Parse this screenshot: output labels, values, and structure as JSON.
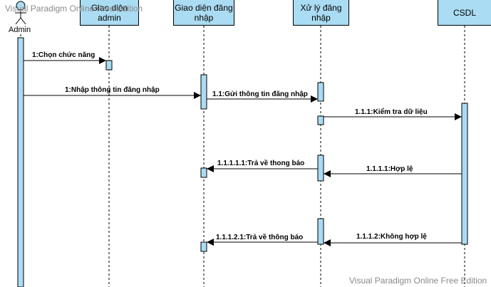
{
  "watermark": "Visual Paradigm Online Free Edition",
  "participants": {
    "admin_actor": "Admin",
    "gd_admin": "Giao diện admin",
    "gd_dang_nhap": "Giao diện đăng nhập",
    "xu_ly_dang_nhap": "Xử lý đăng nhập",
    "csdl": "CSDL"
  },
  "messages": {
    "m1": "1:Chọn chức năng",
    "m2": "1:Nhập thông tin đăng nhập",
    "m3": "1.1:Gửi thông tin đăng nhập",
    "m4": "1.1.1:Kiểm tra dữ liệu",
    "m5": "1.1.1.1:Hợp lệ",
    "m6": "1.1.1.1.1:Trả về thong báo",
    "m7": "1.1.1.2:Không hợp lệ",
    "m8": "1.1.1.2.1:Trả về thông báo"
  },
  "colors": {
    "box_fill": "#aadcf3",
    "line": "#000000",
    "watermark": "#8a8a8a"
  }
}
